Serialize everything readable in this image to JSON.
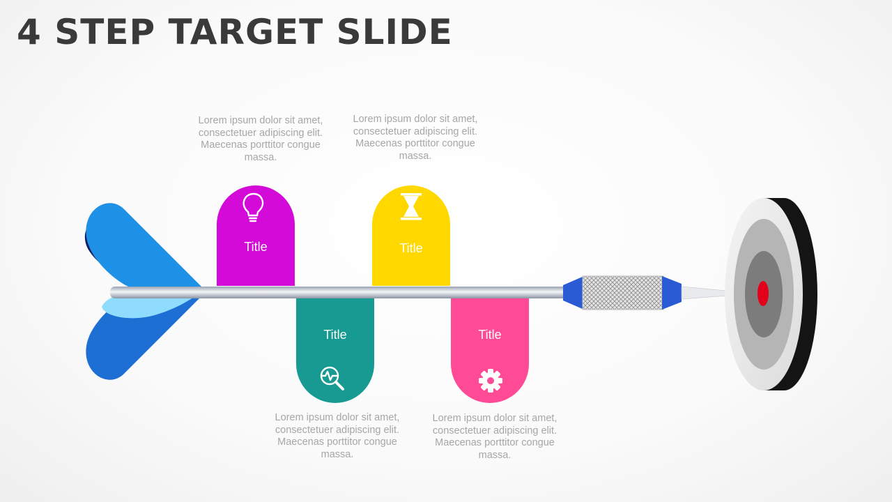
{
  "slide": {
    "title": "4 STEP TARGET SLIDE"
  },
  "steps": [
    {
      "title": "Title",
      "text": "Lorem ipsum dolor sit amet, consectetuer adipiscing elit. Maecenas porttitor congue massa.",
      "color": "#d40bd8",
      "icon": "lightbulb-icon"
    },
    {
      "title": "Title",
      "text": "Lorem ipsum dolor sit amet, consectetuer adipiscing elit. Maecenas porttitor congue massa.",
      "color": "#179a91",
      "icon": "magnifier-pulse-icon"
    },
    {
      "title": "Title",
      "text": "Lorem ipsum dolor sit amet, consectetuer adipiscing elit. Maecenas porttitor congue massa.",
      "color": "#ffd800",
      "icon": "hourglass-icon"
    },
    {
      "title": "Title",
      "text": "Lorem ipsum dolor sit amet, consectetuer adipiscing elit. Maecenas porttitor congue massa.",
      "color": "#ff4b95",
      "icon": "gear-icon"
    }
  ],
  "colors": {
    "dart_flight_light": "#1e90e6",
    "dart_flight_dark": "#1e3b8a",
    "dart_grip": "#2a5bd4",
    "target_bullseye": "#e2001a"
  }
}
